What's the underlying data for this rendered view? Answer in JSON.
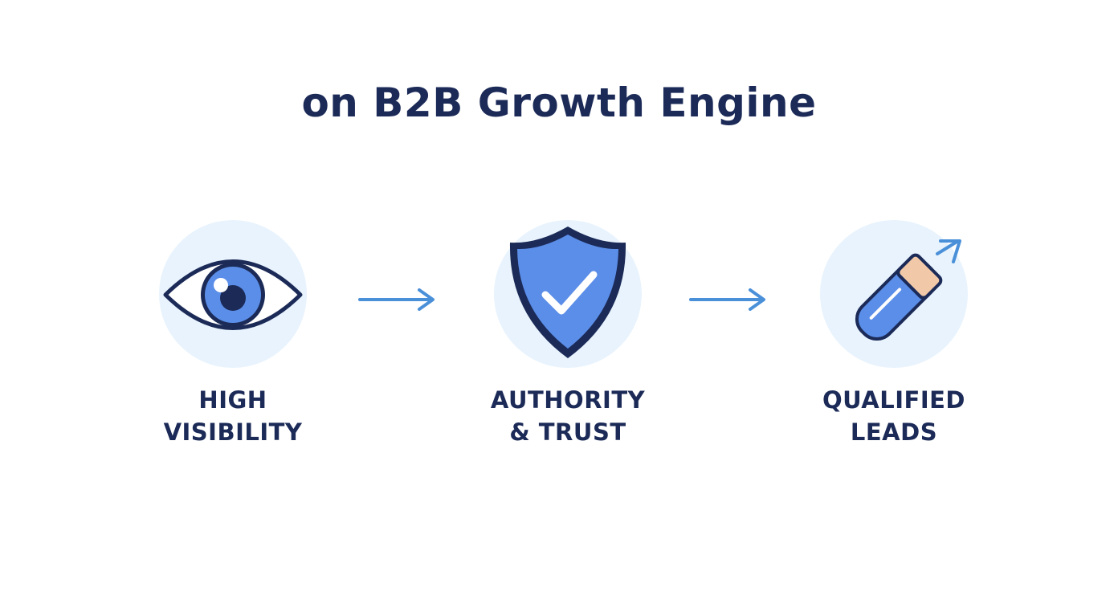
{
  "title": "on B2B Growth Engine",
  "steps": [
    {
      "icon": "eye-icon",
      "label_line1": "HIGH",
      "label_line2": "VISIBILITY"
    },
    {
      "icon": "shield-check-icon",
      "label_line1": "AUTHORITY",
      "label_line2": "& TRUST"
    },
    {
      "icon": "usb-drive-arrow-icon",
      "label_line1": "QUALIFIED",
      "label_line2": "LEADS"
    }
  ],
  "colors": {
    "navy": "#1b2a57",
    "blue": "#5b8ee8",
    "light_circle": "#e8f3fd",
    "arrow": "#4a90d9",
    "peach": "#f2c9a8"
  }
}
